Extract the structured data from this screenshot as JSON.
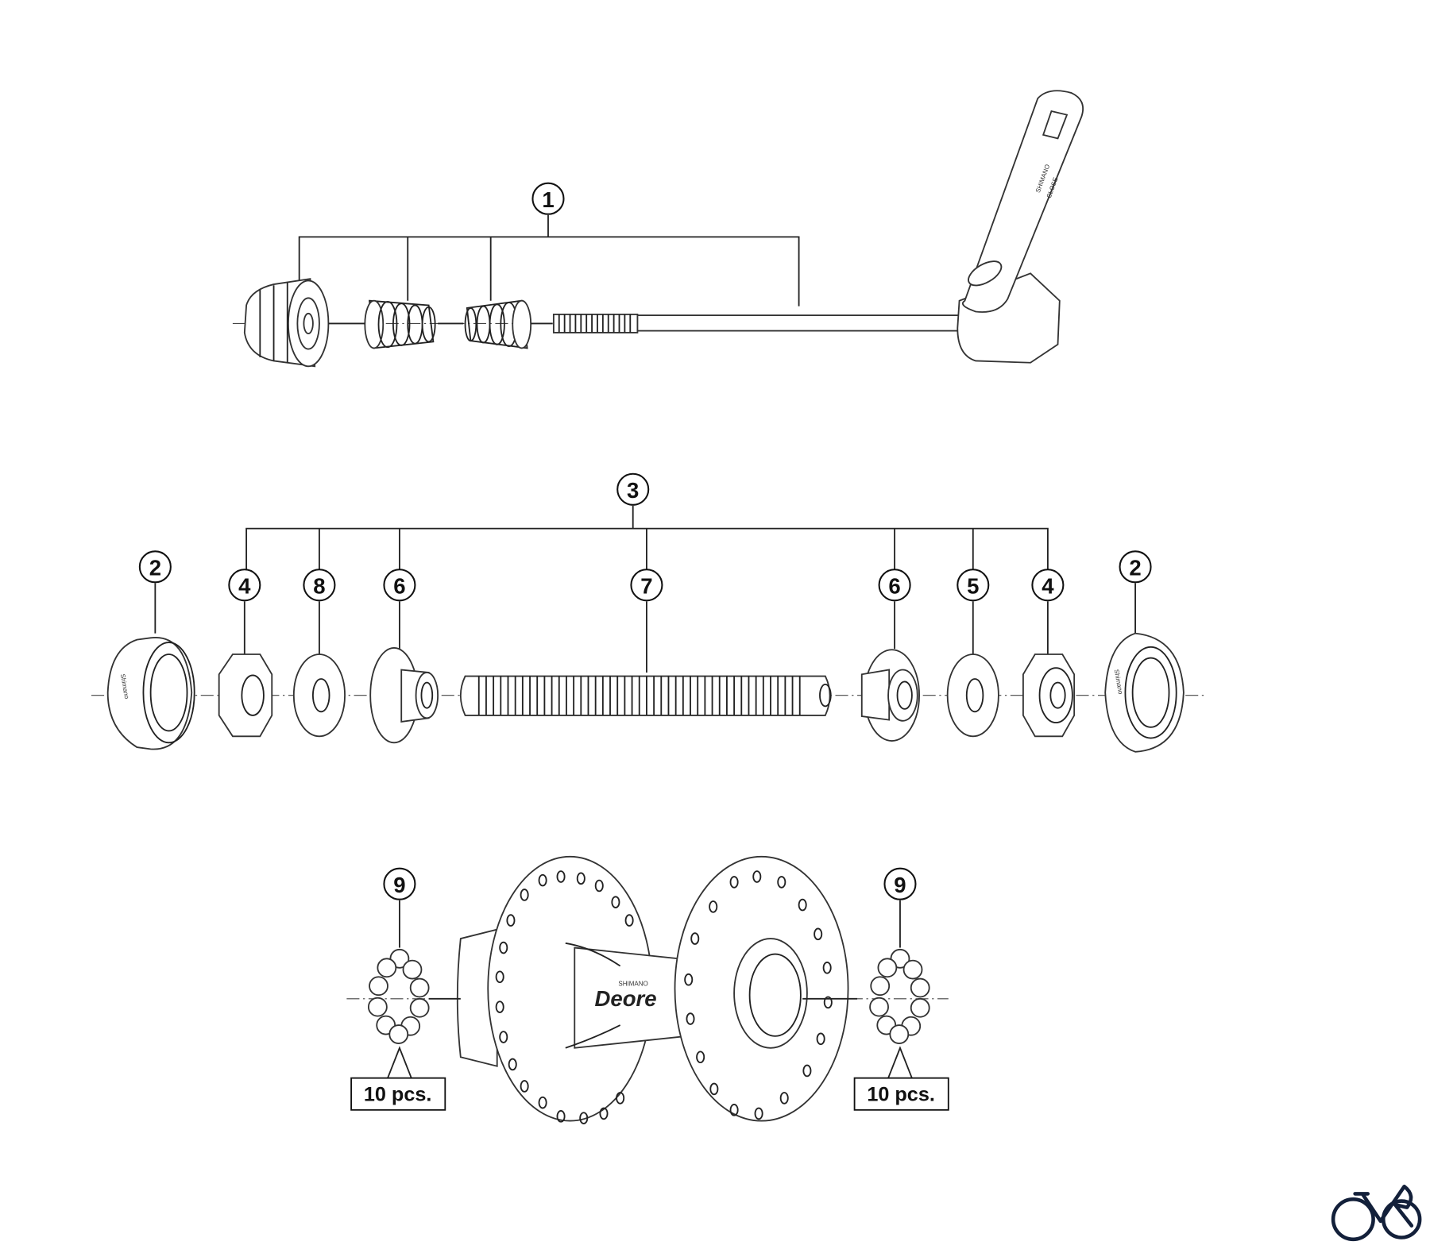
{
  "diagram": {
    "title": "Shimano Deore front hub exploded view",
    "callouts": {
      "quick_release": "1",
      "lock_nut_left": "2",
      "axle_assembly": "3",
      "lock_nut_4_left": "4",
      "washer_8": "8",
      "cone_6_left": "6",
      "axle_7": "7",
      "cone_6_right": "6",
      "washer_5": "5",
      "lock_nut_4_right": "4",
      "lock_nut_right": "2",
      "balls_left": "9",
      "balls_right": "9"
    },
    "quantities": {
      "balls_left": "10 pcs.",
      "balls_right": "10 pcs."
    },
    "part_markings": {
      "lever_brand": "SHIMANO",
      "lever_text": "CLOSE",
      "hub_brand_small": "SHIMANO",
      "hub_brand": "Deore",
      "cap_brand": "Shimano"
    },
    "logo": {
      "icon": "bicycle-logo-icon",
      "color": "#13203a"
    }
  }
}
